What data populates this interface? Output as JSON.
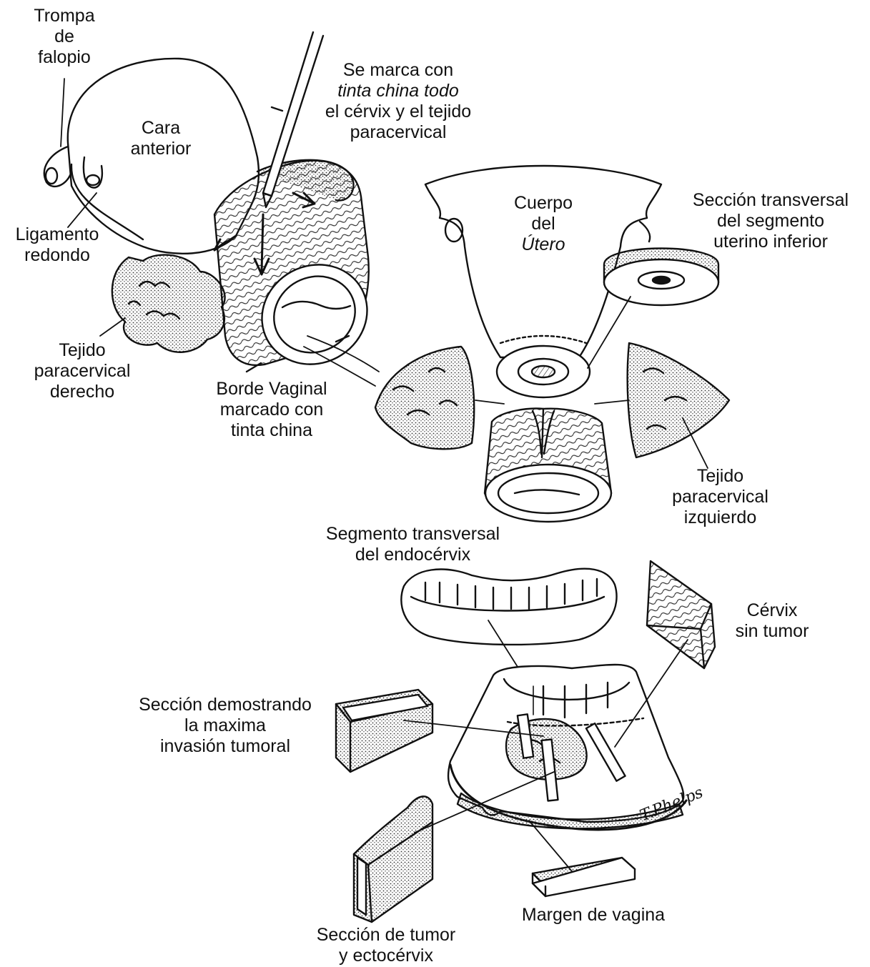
{
  "labels": {
    "trompa": [
      "Trompa",
      "de",
      "falopio"
    ],
    "cara_anterior": [
      "Cara",
      "anterior"
    ],
    "ligamento": [
      "Ligamento",
      "redondo"
    ],
    "tejido_derecho": [
      "Tejido",
      "paracervical",
      "derecho"
    ],
    "tinta_line1": "Se marca con",
    "tinta_line2_italic": "tinta china todo",
    "tinta_line3": "el cérvix y el tejido",
    "tinta_line4": "paracervical",
    "borde": [
      "Borde Vaginal",
      "marcado con",
      "tinta china"
    ],
    "cuerpo_line1": "Cuerpo",
    "cuerpo_line2": "del",
    "cuerpo_line3_italic": "Útero",
    "seccion_transversal": [
      "Sección transversal",
      "del segmento",
      "uterino inferior"
    ],
    "tejido_izquierdo": [
      "Tejido",
      "paracervical",
      "izquierdo"
    ],
    "segmento_endocervix": [
      "Segmento transversal",
      "del endocérvix"
    ],
    "cervix_sin_tumor": [
      "Cérvix",
      "sin tumor"
    ],
    "seccion_demostrando": [
      "Sección demostrando",
      "la maxima",
      "invasión tumoral"
    ],
    "margen_vagina": "Margen de vagina",
    "seccion_tumor": [
      "Sección de tumor",
      "y ectocérvix"
    ]
  },
  "signature": "T.Phelps"
}
